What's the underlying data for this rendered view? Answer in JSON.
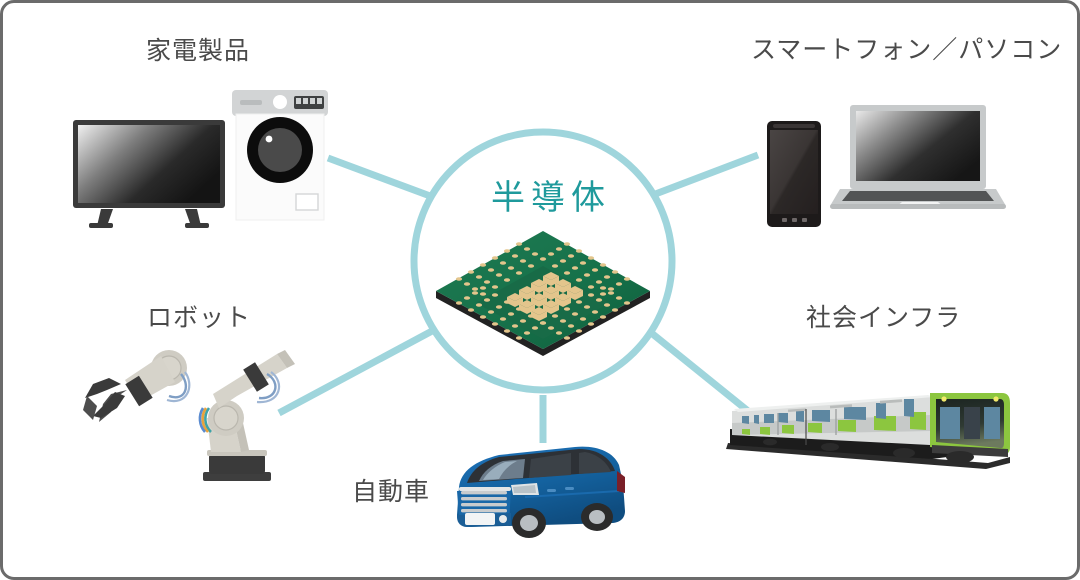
{
  "diagram": {
    "title_center": "半導体",
    "center_icon": "semiconductor-chip-icon",
    "accent_color": "#9fd5dc",
    "center_text_color": "#1f9a9c",
    "label_color": "#4a4a4a",
    "border_color": "#6b6b6b",
    "background_color": "#ffffff"
  },
  "nodes": [
    {
      "id": "appliances",
      "label": "家電製品",
      "position": "top-left",
      "icons": [
        "television-icon",
        "washing-machine-icon"
      ]
    },
    {
      "id": "smartphone_pc",
      "label": "スマートフォン／パソコン",
      "position": "top-right",
      "icons": [
        "smartphone-icon",
        "laptop-icon"
      ]
    },
    {
      "id": "robot",
      "label": "ロボット",
      "position": "middle-left",
      "icons": [
        "robot-arm-icon"
      ]
    },
    {
      "id": "social_infrastructure",
      "label": "社会インフラ",
      "position": "middle-right",
      "icons": [
        "commuter-train-icon"
      ]
    },
    {
      "id": "automobile",
      "label": "自動車",
      "position": "bottom-center",
      "icons": [
        "minivan-car-icon"
      ]
    }
  ],
  "connectors": [
    {
      "from": "center",
      "to": "appliances"
    },
    {
      "from": "center",
      "to": "smartphone_pc"
    },
    {
      "from": "center",
      "to": "robot"
    },
    {
      "from": "center",
      "to": "social_infrastructure"
    },
    {
      "from": "center",
      "to": "automobile"
    }
  ]
}
